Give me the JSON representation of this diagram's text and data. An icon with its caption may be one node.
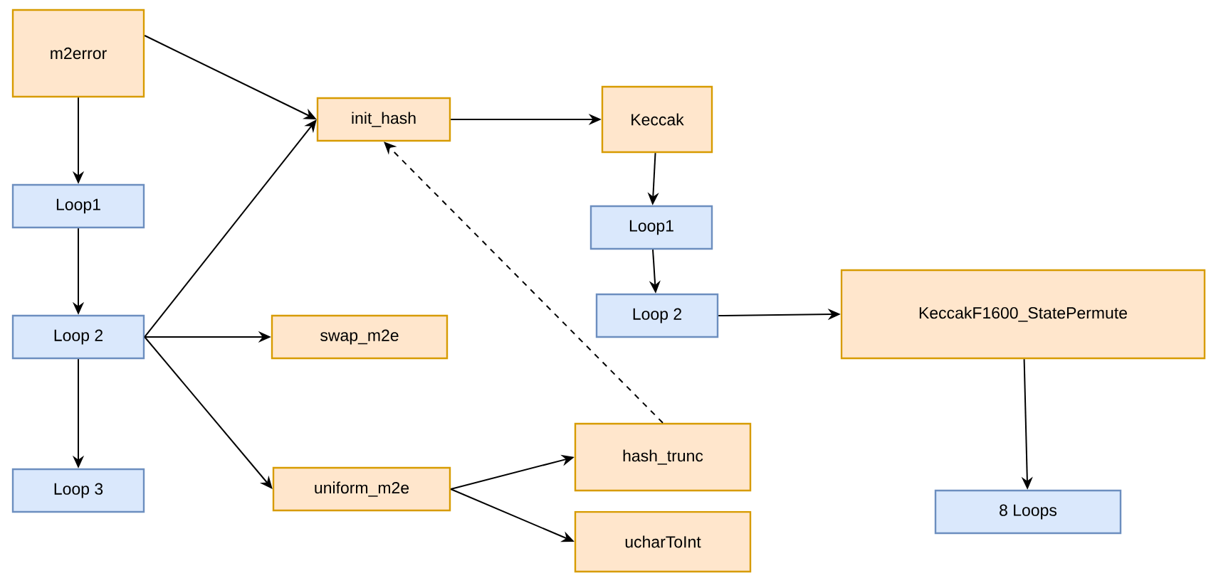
{
  "diagram": {
    "nodes": [
      {
        "text": [
          "m2error"
        ]
      },
      {
        "text": [
          "Loop1"
        ]
      },
      {
        "text": [
          "Loop 2"
        ]
      },
      {
        "text": [
          "Loop 3"
        ]
      },
      {
        "text": [
          "init_hash"
        ]
      },
      {
        "text": [
          "swap_m2e"
        ]
      },
      {
        "text": [
          "uniform_m2e"
        ]
      },
      {
        "text": [
          "Keccak"
        ]
      },
      {
        "text": [
          "Loop1"
        ]
      },
      {
        "text": [
          "Loop 2"
        ]
      },
      {
        "text": [
          "hash_trunc"
        ]
      },
      {
        "text": [
          "ucharToInt"
        ]
      },
      {
        "text": [
          "KeccakF1600_StatePermute"
        ]
      },
      {
        "text": [
          "8  Loops"
        ]
      }
    ],
    "edges": [
      {
        "from": 0,
        "to": 4,
        "arrow": "to"
      },
      {
        "from": 0,
        "to": 1,
        "arrow": "to"
      },
      {
        "from": 1,
        "to": 2,
        "arrow": "to"
      },
      {
        "from": 2,
        "to": 4,
        "arrow": "to"
      },
      {
        "from": 2,
        "to": 5,
        "arrow": "to"
      },
      {
        "from": 2,
        "to": 6,
        "arrow": "to"
      },
      {
        "from": 2,
        "to": 3,
        "arrow": "to"
      },
      {
        "from": 4,
        "to": 7,
        "arrow": "to"
      },
      {
        "from": 7,
        "to": 8,
        "arrow": "to"
      },
      {
        "from": 8,
        "to": 9,
        "arrow": "to"
      },
      {
        "from": 9,
        "to": 12,
        "arrow": "to"
      },
      {
        "from": 12,
        "to": 13,
        "arrow": "to"
      },
      {
        "from": 6,
        "to": 10,
        "arrow": "to"
      },
      {
        "from": 6,
        "to": 11,
        "arrow": "to"
      },
      {
        "from": 10,
        "to": 4,
        "arrow": "to",
        "style": "dashed"
      }
    ]
  }
}
